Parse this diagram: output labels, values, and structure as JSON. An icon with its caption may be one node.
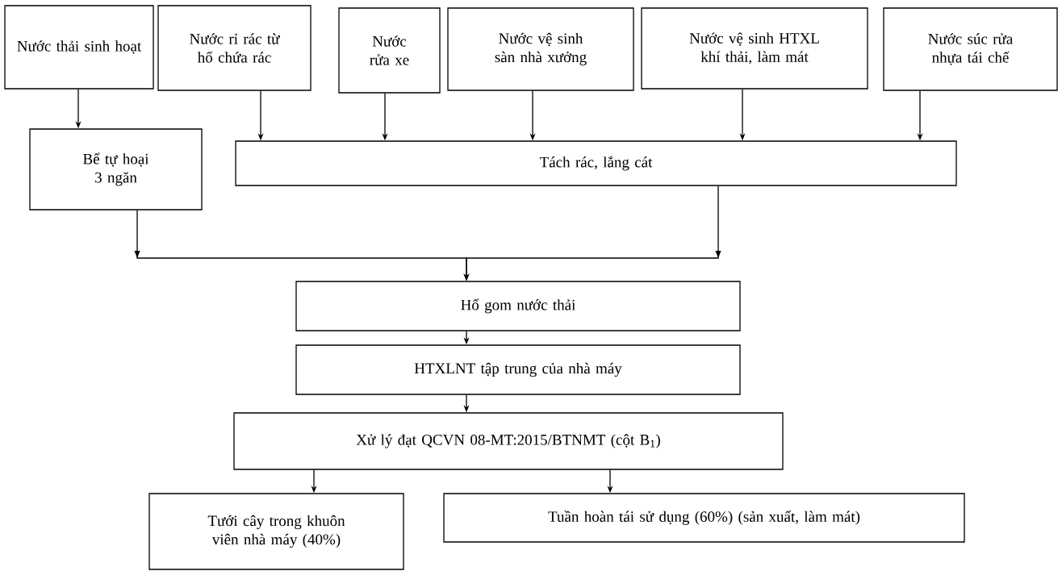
{
  "diagram": {
    "nodes": [
      {
        "text": [
          "Nước thải sinh hoạt"
        ]
      },
      {
        "text": [
          "Nước rỉ rác từ hố chứa rác"
        ]
      },
      {
        "text": [
          "Nước rửa xe"
        ]
      },
      {
        "text": [
          "Nước vệ sinh sàn nhà xưởng"
        ]
      },
      {
        "text": [
          "Nước vệ sinh HTXL khí thải, làm mát"
        ]
      },
      {
        "text": [
          "Nước súc rửa nhựa tái chế"
        ]
      },
      {
        "text": [
          "Bể tự hoại 3 ngăn"
        ]
      },
      {
        "text": [
          "Tách rác, lắng cát"
        ]
      },
      {
        "text": [
          "Hố gom nước thải"
        ]
      },
      {
        "text": [
          "HTXLNT tập trung của nhà máy"
        ]
      },
      {
        "text": [
          "Xử lý đạt QCVN 08-MT:2015/BTNMT (cột B$_{1}$)"
        ]
      },
      {
        "text": [
          "Tưới cây trong khuôn viên nhà máy (40%)"
        ]
      },
      {
        "text": [
          "Tuần hoàn tái sử dụng (60%) (sản xuất, làm mát)"
        ]
      }
    ],
    "edges": [
      {
        "from": 0,
        "to": 6,
        "arrow": "to"
      },
      {
        "from": 1,
        "to": 7,
        "arrow": "to"
      },
      {
        "from": 2,
        "to": 7,
        "arrow": "to"
      },
      {
        "from": 3,
        "to": 7,
        "arrow": "to"
      },
      {
        "from": 4,
        "to": 7,
        "arrow": "to"
      },
      {
        "from": 5,
        "to": 7,
        "arrow": "to"
      },
      {
        "from": 6,
        "to": 8,
        "arrow": "to"
      },
      {
        "from": 7,
        "to": 8,
        "arrow": "to"
      },
      {
        "from": 8,
        "to": 9,
        "arrow": "to"
      },
      {
        "from": 9,
        "to": 10,
        "arrow": "to"
      },
      {
        "from": 10,
        "to": 11,
        "arrow": "to"
      },
      {
        "from": 10,
        "to": 12,
        "arrow": "to"
      }
    ]
  }
}
